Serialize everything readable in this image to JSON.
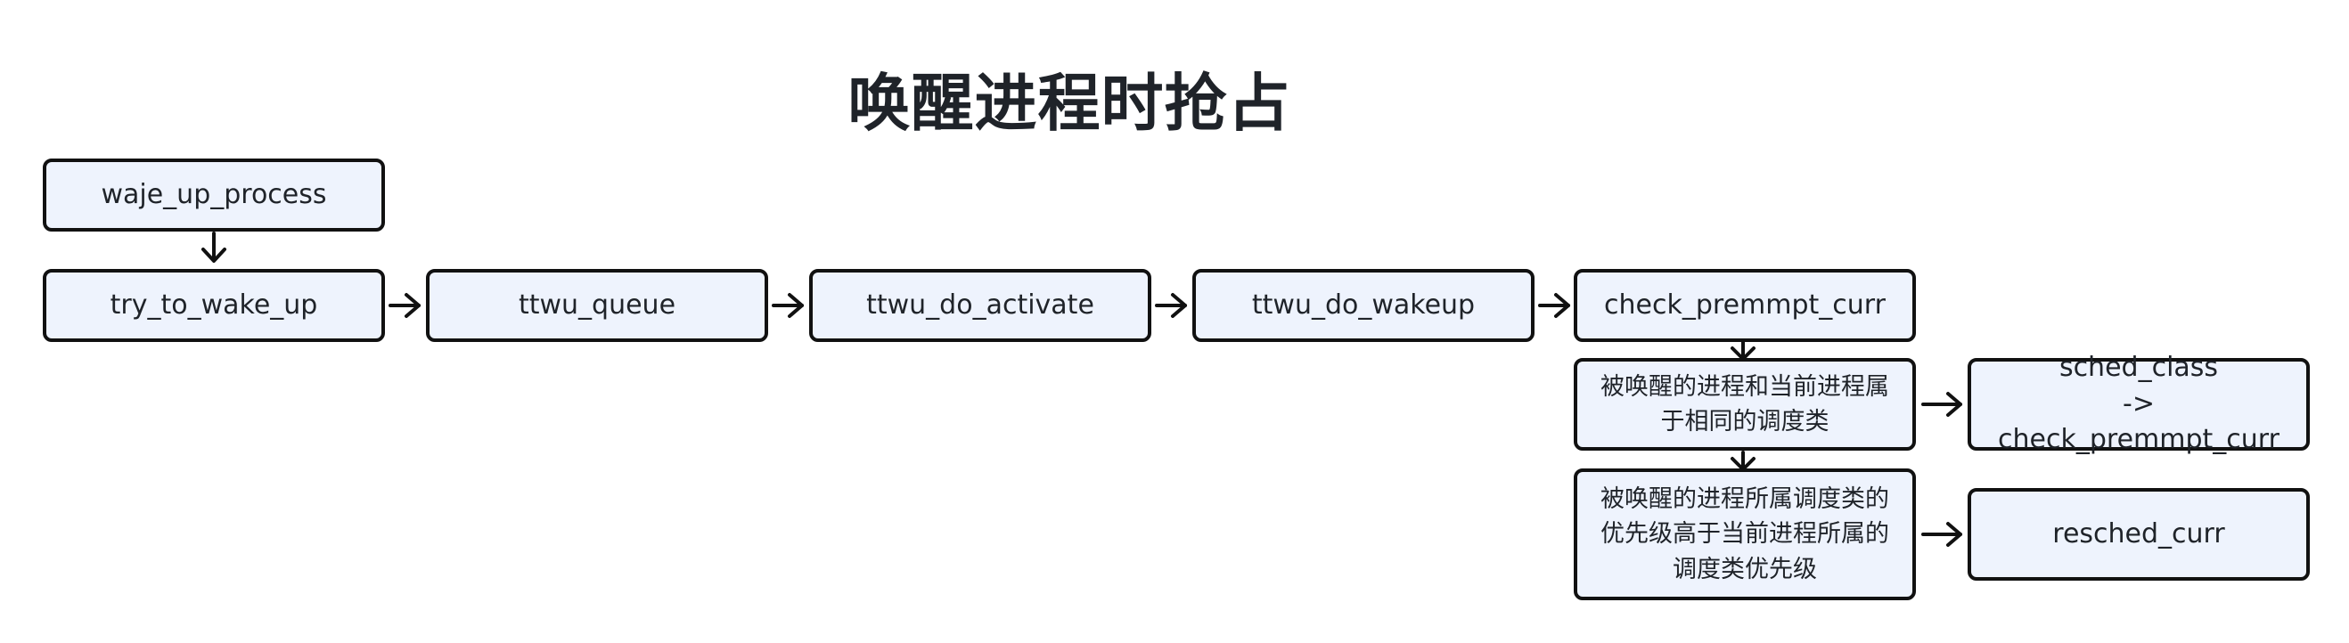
{
  "title": "唤醒进程时抢占",
  "colors": {
    "node_fill": "#eef3fd",
    "node_border": "#111111",
    "text": "#1f2329",
    "arrow": "#111111"
  },
  "nodes": {
    "wake_up_process": "waje_up_process",
    "try_to_wake_up": "try_to_wake_up",
    "ttwu_queue": "ttwu_queue",
    "ttwu_do_activate": "ttwu_do_activate",
    "ttwu_do_wakeup": "ttwu_do_wakeup",
    "check_preempt_curr": "check_premmpt_curr",
    "same_class_condition": "被唤醒的进程和当前进程属\n于相同的调度类",
    "sched_class_check": "sched_class\n-> check_premmpt_curr",
    "higher_class_condition": "被唤醒的进程所属调度类的\n优先级高于当前进程所属的\n调度类优先级",
    "resched_curr": "resched_curr"
  }
}
